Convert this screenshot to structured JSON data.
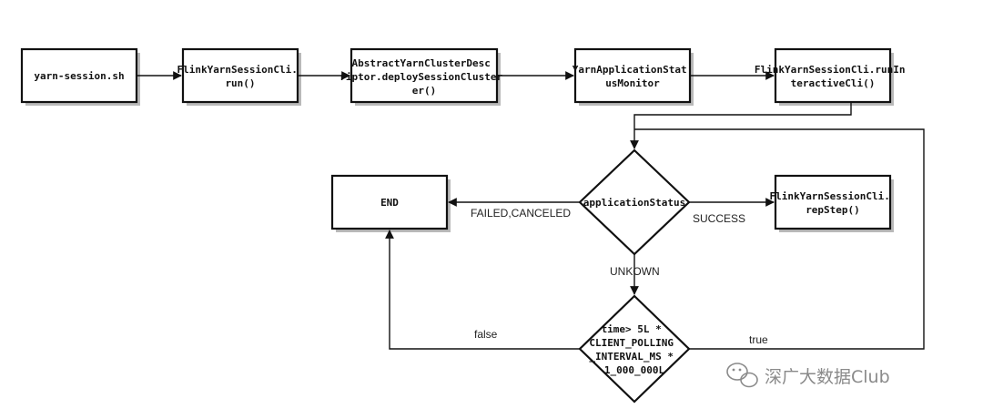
{
  "nodes": {
    "yarn_session_sh": "yarn-session.sh",
    "session_cli_run": [
      "FlinkYarnSessionCli.",
      "run()"
    ],
    "deploy_session_cluster": [
      "AbstractYarnClusterDesc",
      "riptor.deploySessionCluster",
      "er()"
    ],
    "status_monitor": [
      "YarnApplicationStat",
      "usMonitor"
    ],
    "run_interactive_cli": [
      "FlinkYarnSessionCli.runIn",
      "teractiveCli()"
    ],
    "end": "END",
    "application_status": "applicationStatus",
    "rep_step": [
      "FlinkYarnSessionCli.",
      "repStep()"
    ],
    "timeout_check": [
      "time> 5L *",
      "CLIENT_POLLING",
      "_INTERVAL_MS *",
      "1_000_000L"
    ]
  },
  "edges": {
    "failed_canceled": "FAILED,CANCELED",
    "success": "SUCCESS",
    "unknown": "UNKOWN",
    "false": "false",
    "true": "true"
  },
  "watermark": {
    "text": "深广大数据Club",
    "icon": "wechat-icon"
  }
}
